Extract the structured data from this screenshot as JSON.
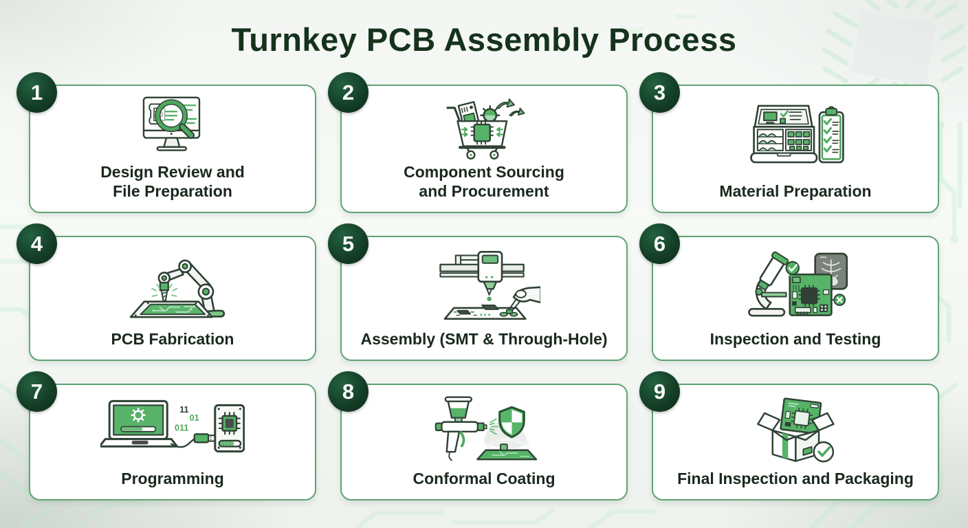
{
  "title": "Turnkey PCB Assembly Process",
  "theme": {
    "title_color": "#16321d",
    "badge_bg": "#133b25",
    "badge_text": "#ffffff",
    "card_border": "#5fa372",
    "card_bg": "#fefffe",
    "label_color": "#1b281e",
    "icon_green": "#4fa95f",
    "icon_green_fill": "#57b368",
    "icon_light_green": "#a9d9b0",
    "icon_outline": "#2f4134",
    "background_trace_green": "#c2ead0"
  },
  "steps": [
    {
      "number": "1",
      "label": "Design Review and\nFile Preparation",
      "icon": "monitor-magnifier-icon"
    },
    {
      "number": "2",
      "label": "Component Sourcing\nand Procurement",
      "icon": "cart-components-icon"
    },
    {
      "number": "3",
      "label": "Material Preparation",
      "icon": "parts-case-checklist-icon"
    },
    {
      "number": "4",
      "label": "PCB Fabrication",
      "icon": "robot-arm-drill-icon"
    },
    {
      "number": "5",
      "label": "Assembly (SMT & Through-Hole)",
      "icon": "pick-and-place-icon"
    },
    {
      "number": "6",
      "label": "Inspection and Testing",
      "icon": "microscope-xray-icon"
    },
    {
      "number": "7",
      "label": "Programming",
      "icon": "laptop-usb-chip-icon"
    },
    {
      "number": "8",
      "label": "Conformal Coating",
      "icon": "spray-gun-shield-icon"
    },
    {
      "number": "9",
      "label": "Final Inspection and Packaging",
      "icon": "box-check-icon"
    }
  ]
}
